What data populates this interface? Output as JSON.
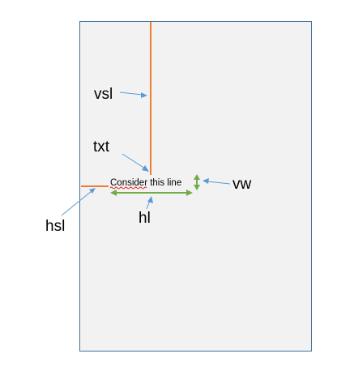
{
  "labels": {
    "vsl": "vsl",
    "txt": "txt",
    "vw": "vw",
    "hl": "hl",
    "hsl": "hsl"
  },
  "sample_text": "Consider this line",
  "colors": {
    "page_fill": "#f2f2f2",
    "page_border": "#41719c",
    "split_lines": "#ed7d31",
    "measure_arrows": "#70ad47",
    "callout_arrows": "#5b9bd5",
    "spellcheck_underline": "#e02020"
  }
}
